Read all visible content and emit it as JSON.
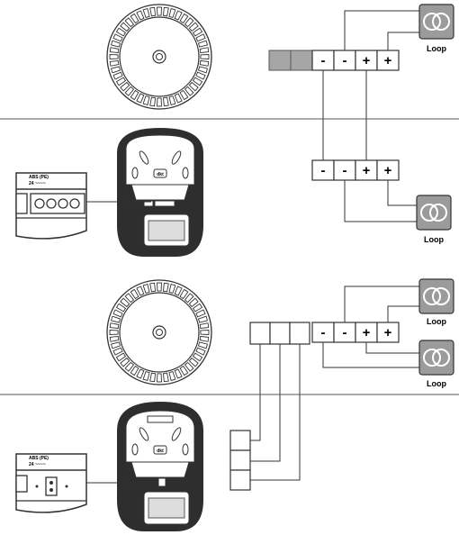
{
  "loop_label": "Loop",
  "terminal_labels": [
    "-",
    "-",
    "+",
    "+"
  ],
  "inset_label": "ABS (PE)",
  "inset_sublabel": "24 ~~~~",
  "detector_text": "dkt",
  "colors": {
    "line": "#333333",
    "loop_fill": "#9b9b9b",
    "gray_block": "#a6a6a6"
  }
}
